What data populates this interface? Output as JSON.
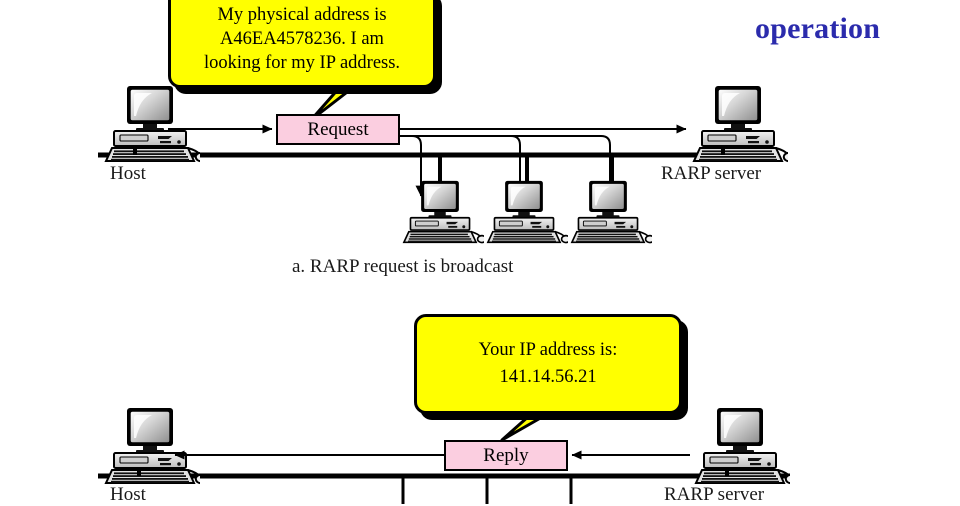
{
  "title": {
    "text": "operation",
    "color": "#2b2bac"
  },
  "colors": {
    "callout_fill": "#ffff00",
    "message_box_fill": "#fbcee0",
    "stroke": "#000000",
    "title": "#2b2bac"
  },
  "panel_a": {
    "caption": "a. RARP request is broadcast",
    "callout": {
      "line1": "My physical address is",
      "line2": "A46EA4578236.  I am",
      "line3": "looking for my IP address."
    },
    "message_box": "Request",
    "host_label": "Host",
    "server_label": "RARP server",
    "client_count": 3
  },
  "panel_b": {
    "callout": {
      "line1": "Your IP address is:",
      "line2": "141.14.56.21"
    },
    "message_box": "Reply",
    "host_label": "Host",
    "server_label": "RARP server"
  },
  "icons": {
    "computer": "computer-icon",
    "arrow": "arrow-icon",
    "bus": "network-bus-line"
  }
}
